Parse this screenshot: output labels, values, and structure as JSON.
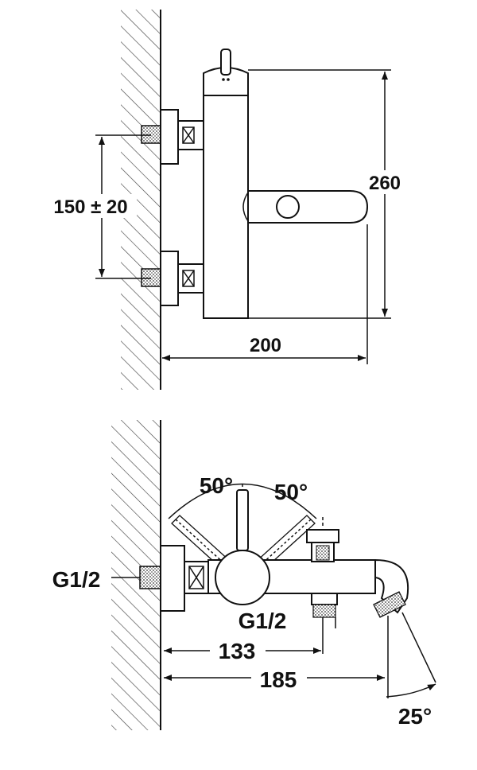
{
  "top_view": {
    "height_label": "260",
    "spacing_label": "150 ± 20",
    "width_label": "200"
  },
  "bottom_view": {
    "angle_left_label": "50°",
    "angle_right_label": "50°",
    "inlet_thread_label": "G1/2",
    "outlet_thread_label": "G1/2",
    "dim_outlet_label": "133",
    "dim_spout_label": "185",
    "spout_angle_label": "25°"
  }
}
